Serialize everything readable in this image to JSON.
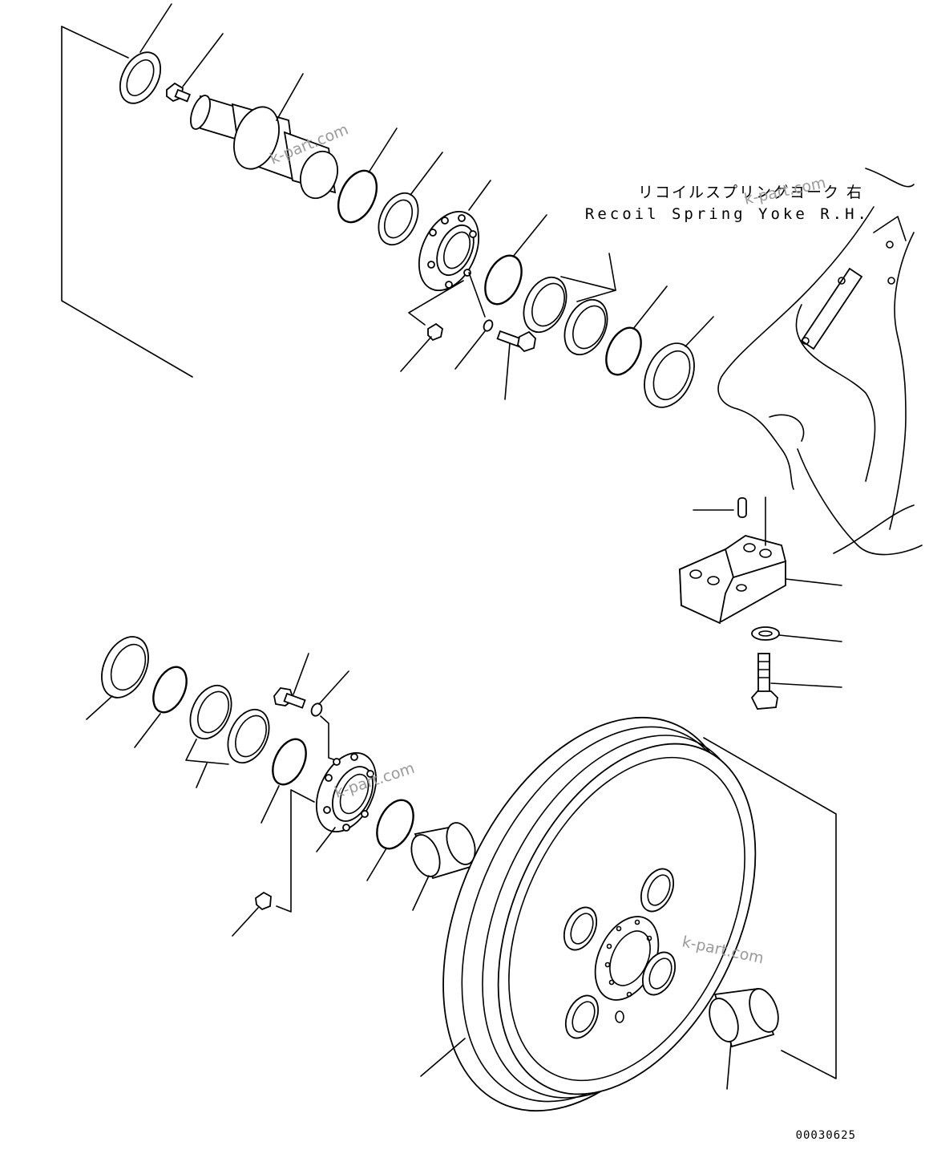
{
  "labels": {
    "assembly_jp": "リコイルスプリングヨーク 右",
    "assembly_en": "Recoil Spring Yoke R.H."
  },
  "watermarks": [
    "k-part.com",
    "k-part.com",
    "k-part.com",
    "k-part.com"
  ],
  "drawing_number": "00030625"
}
